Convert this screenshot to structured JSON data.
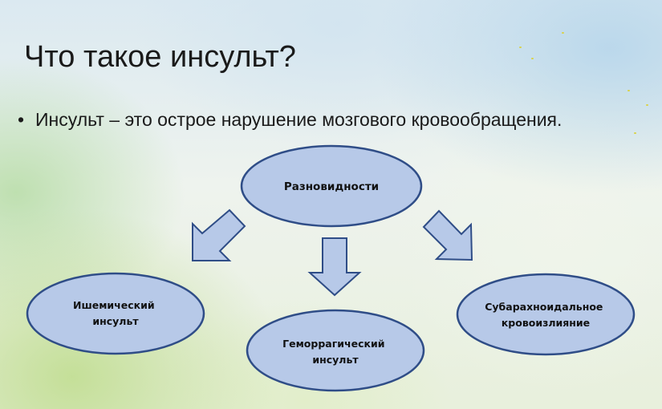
{
  "slide": {
    "title": "Что такое инсульт?",
    "bullet_glyph": "•",
    "bullet": "Инсульт – это острое нарушение мозгового кровообращения."
  },
  "diagram": {
    "center": {
      "label": "Разновидности"
    },
    "types": [
      {
        "lines": [
          "Ишемический",
          "инсульт"
        ]
      },
      {
        "lines": [
          "Геморрагический",
          "инсульт"
        ]
      },
      {
        "lines": [
          "Субарахноидальное",
          "кровоизлияние"
        ]
      }
    ]
  },
  "colors": {
    "node_fill": "#b7c9e8",
    "node_stroke": "#2f4d87",
    "arrow_fill": "#b7c9e8",
    "arrow_stroke": "#2f4d87",
    "text": "#1a1a1a"
  }
}
